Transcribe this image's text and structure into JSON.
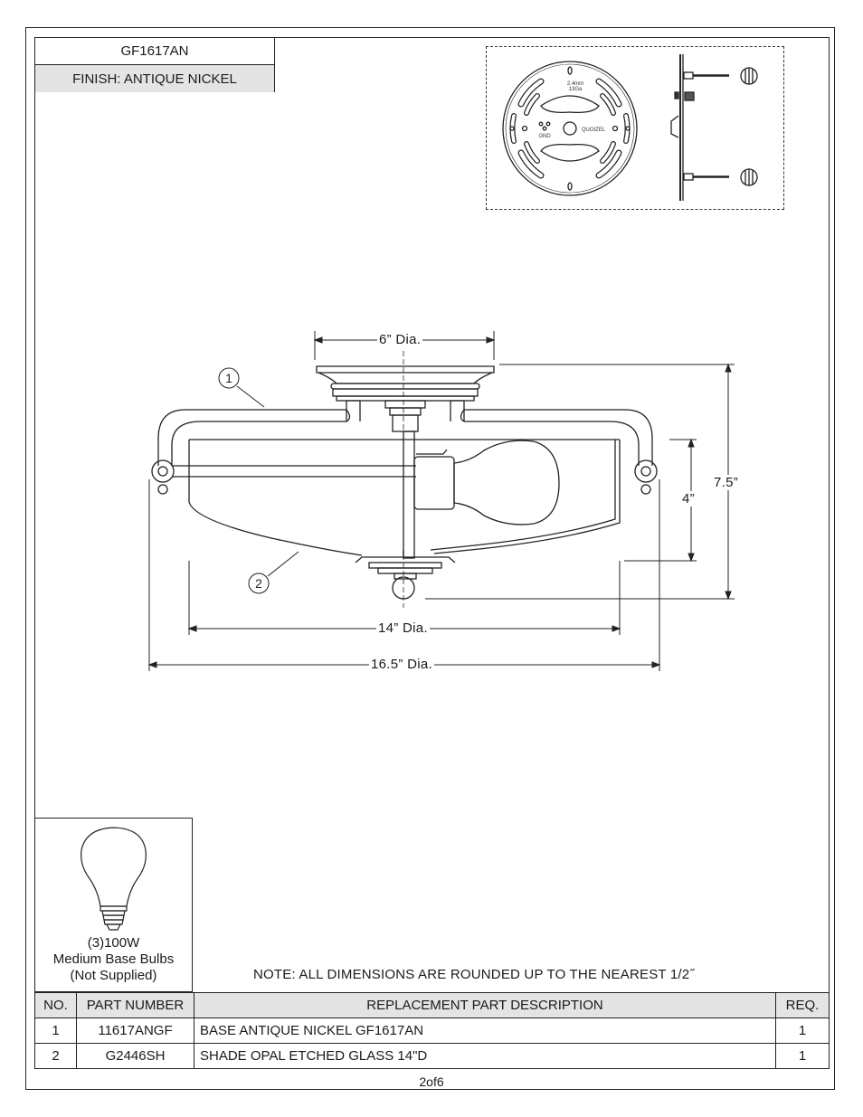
{
  "header": {
    "model": "GF1617AN",
    "finish": "FINISH: ANTIQUE NICKEL"
  },
  "mounting_plate": {
    "gauge_label_1": "2.4mm",
    "gauge_label_2": "13Ga",
    "gnd_label": "GND",
    "brand_label": "QUOIZEL"
  },
  "dimensions": {
    "canopy_dia": "6” Dia.",
    "shade_dia": "14” Dia.",
    "overall_dia": "16.5” Dia.",
    "height_total": "7.5”",
    "height_shade": "4”"
  },
  "callouts": [
    "1",
    "2"
  ],
  "bulb": {
    "line1": "(3)100W",
    "line2": "Medium Base Bulbs",
    "line3": "(Not Supplied)"
  },
  "note": "NOTE:  ALL DIMENSIONS ARE ROUNDED UP TO THE NEAREST  1/2˝",
  "parts_table": {
    "headers": {
      "no": "NO.",
      "part_number": "PART NUMBER",
      "description": "REPLACEMENT PART DESCRIPTION",
      "req": "REQ."
    },
    "rows": [
      {
        "no": "1",
        "part_number": "11617ANGF",
        "description": "BASE ANTIQUE NICKEL GF1617AN",
        "req": "1"
      },
      {
        "no": "2",
        "part_number": "G2446SH",
        "description": "SHADE OPAL ETCHED GLASS 14\"D",
        "req": "1"
      }
    ]
  },
  "page": "2of6"
}
